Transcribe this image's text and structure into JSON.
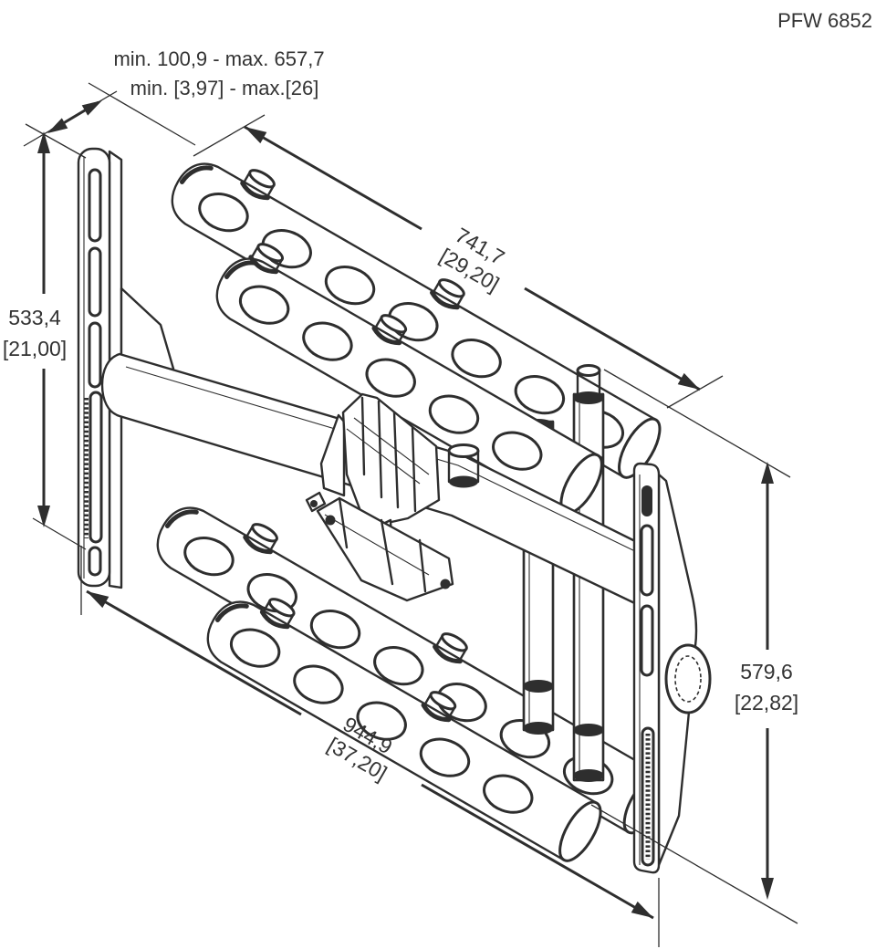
{
  "product": {
    "model": "PFW 6852"
  },
  "dimensions": {
    "extension": {
      "metric": "min. 100,9 - max. 657,7",
      "imperial": "min. [3,97] - max.[26]"
    },
    "left_height": {
      "metric": "533,4",
      "imperial": "[21,00]"
    },
    "top_width": {
      "metric": "741,7",
      "imperial": "[29,20]"
    },
    "bottom_width": {
      "metric": "944,9",
      "imperial": "[37,20]"
    },
    "right_height": {
      "metric": "579,6",
      "imperial": "[22,82]"
    }
  },
  "colors": {
    "line": "#2e2e2e",
    "text": "#333333",
    "background": "#ffffff"
  }
}
